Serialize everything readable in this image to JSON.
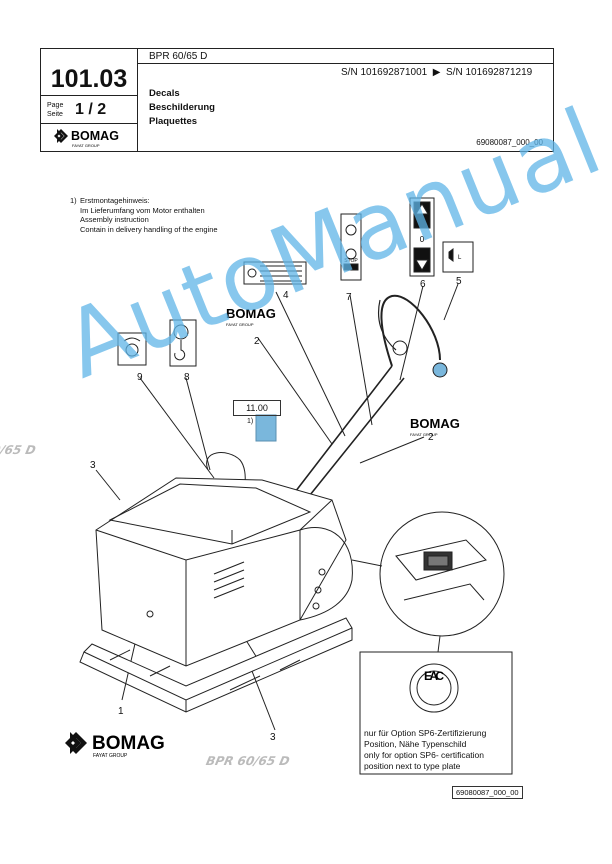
{
  "header": {
    "doc_number": "101.03",
    "page_label_de": "Page",
    "page_label_en": "Seite",
    "page_number": "1 / 2",
    "model": "BPR 60/65 D",
    "serial_from": "S/N 101692871001",
    "serial_arrow": "▶",
    "serial_to": "S/N 101692871219",
    "title_en": "Decals",
    "title_de": "Beschilderung",
    "title_fr": "Plaquettes",
    "image_code": "69080087_000_00",
    "brand": "BOMAG",
    "brand_sub": "FAYAT GROUP"
  },
  "note": {
    "number": "1)",
    "lines": [
      "Erstmontagehinweis:",
      "Im Lieferumfang vom Motor enthalten",
      "Assembly instruction",
      "Contain in delivery handling of the engine"
    ]
  },
  "callouts": [
    "1",
    "2",
    "2",
    "3",
    "3",
    "4",
    "5",
    "6",
    "7",
    "8",
    "9"
  ],
  "decals": {
    "box_value": "11.00",
    "box_note": "1)",
    "throttle_zero": "0",
    "stop_label": "STOP",
    "lwa_label": "L",
    "product_stencil": "BPR 60/65 D"
  },
  "eac": {
    "mark": "EAC",
    "text_lines": [
      "nur für Option SP6-Zertifizierung",
      "Position, Nähe Typenschild",
      "only for option SP6- certification",
      "position next to type plate"
    ]
  },
  "footer": {
    "brand": "BOMAG",
    "brand_sub": "FAYAT GROUP",
    "image_code": "69080087_000_00"
  },
  "watermark": "AutoManual",
  "colors": {
    "watermark": "#5fb5e8",
    "line": "#222222"
  }
}
